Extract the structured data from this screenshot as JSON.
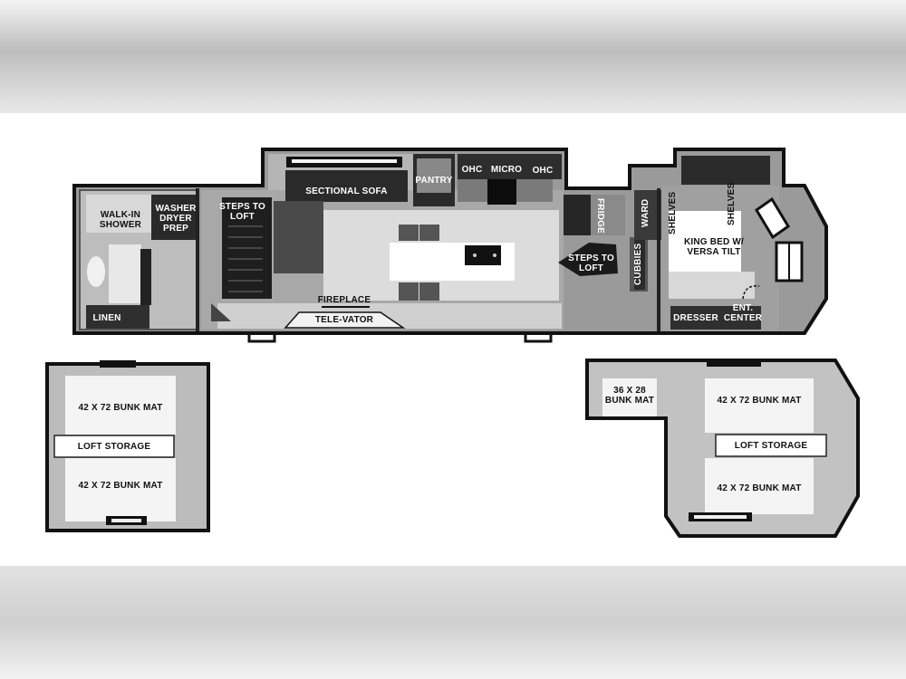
{
  "main_floor": {
    "bath": {
      "walk_in_shower": "WALK-IN SHOWER",
      "washer_dryer": "WASHER DRYER PREP",
      "linen": "LINEN"
    },
    "living": {
      "steps_to_loft": "STEPS TO LOFT",
      "sectional_sofa": "SECTIONAL SOFA",
      "fireplace": "FIREPLACE",
      "tele_vator": "TELE-VATOR"
    },
    "kitchen": {
      "pantry": "PANTRY",
      "ohc_left": "OHC",
      "micro": "MICRO",
      "ohc_right": "OHC",
      "fridge": "FRIDGE",
      "steps_to_loft": "STEPS TO LOFT",
      "cubbies": "CUBBIES"
    },
    "bedroom": {
      "ward": "WARD",
      "shelves_left": "SHELVES",
      "shelves_right": "SHELVES",
      "king_bed": "KING BED W/ VERSA TILT",
      "dresser": "DRESSER",
      "ent_center": "ENT. CENTER"
    }
  },
  "left_loft": {
    "bunk_top": "42 X 72 BUNK MAT",
    "storage": "LOFT STORAGE",
    "bunk_bottom": "42 X 72 BUNK MAT"
  },
  "right_loft": {
    "small_bunk": "36 X 28 BUNK MAT",
    "bunk_top": "42 X 72 BUNK MAT",
    "storage": "LOFT STORAGE",
    "bunk_bottom": "42 X 72 BUNK MAT"
  }
}
